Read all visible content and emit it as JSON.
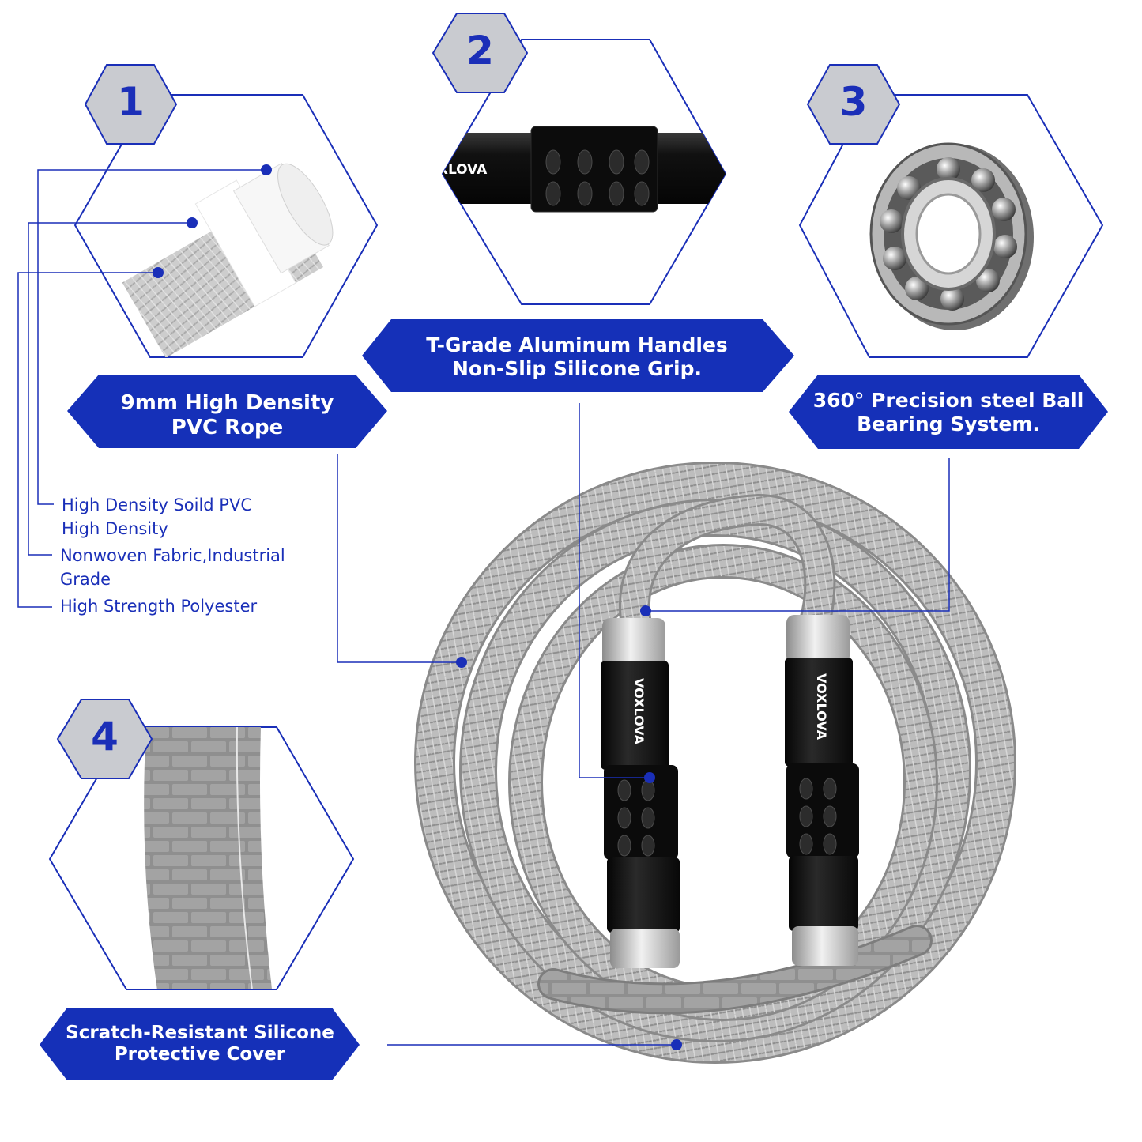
{
  "colors": {
    "brand_blue": "#1530b8",
    "badge_fill": "#c9cbd0",
    "outline": "#1a2fb8",
    "rope_gray": "#b9b9b9",
    "handle_black": "#141414"
  },
  "features": [
    {
      "number": "1",
      "title_line1": "9mm High Density",
      "title_line2": "PVC Rope"
    },
    {
      "number": "2",
      "title_line1": "T-Grade Aluminum Handles",
      "title_line2": "Non-Slip Silicone Grip."
    },
    {
      "number": "3",
      "title_line1": "360° Precision steel Ball",
      "title_line2": "Bearing System."
    },
    {
      "number": "4",
      "title_line1": "Scratch-Resistant Silicone",
      "title_line2": "Protective Cover"
    }
  ],
  "layers": [
    {
      "line1": "High Density Soild PVC",
      "line2": "High Density"
    },
    {
      "line1": "Nonwoven Fabric,Industrial",
      "line2": "Grade"
    },
    {
      "line1": "High Strength Polyester",
      "line2": ""
    }
  ],
  "brand_mark": "VOXLOVA",
  "handle_brand_text": "OXLOVA",
  "icons": [
    "rope-layers-image",
    "handle-image",
    "bearing-image",
    "silicone-cover-image",
    "jump-rope-image"
  ]
}
